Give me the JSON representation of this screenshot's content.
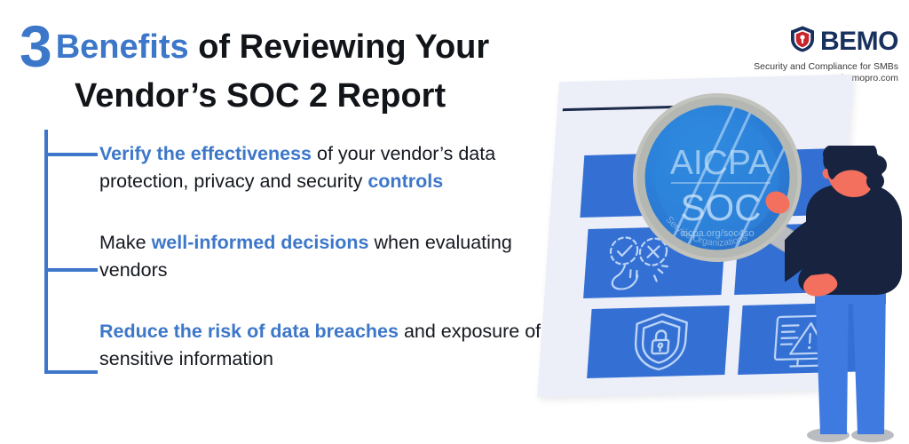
{
  "title": {
    "numeral": "3",
    "line1_highlight": "Benefits",
    "line1_rest": " of Reviewing Your",
    "line2": "Vendor’s SOC 2 Report"
  },
  "bullets": [
    {
      "segments": [
        {
          "text": "Verify the effectiveness",
          "bold": true
        },
        {
          "text": " of your vendor’s data protection, privacy and security ",
          "bold": false
        },
        {
          "text": "controls",
          "bold": true
        }
      ]
    },
    {
      "segments": [
        {
          "text": "Make ",
          "bold": false
        },
        {
          "text": "well-informed decisions",
          "bold": true
        },
        {
          "text": " when evaluating vendors",
          "bold": false
        }
      ]
    },
    {
      "segments": [
        {
          "text": "Reduce the risk of data breaches",
          "bold": true
        },
        {
          "text": " and exposure of sensitive information",
          "bold": false
        }
      ]
    }
  ],
  "logo": {
    "wordmark": "BEMO",
    "tagline": "Security and Compliance for SMBs",
    "url": "www.bemopro.com",
    "shield_icon": "shield-icon"
  },
  "illustration": {
    "badge": {
      "line1": "AICPA",
      "line2": "SOC",
      "line3": "aicpa.org/soc4so",
      "curved_text": "Service Organizations"
    },
    "tiles": [
      {
        "icon": "blank-tile"
      },
      {
        "icon": "blank-tile"
      },
      {
        "icon": "check-x-hand-icon"
      },
      {
        "icon": "blank-tile"
      },
      {
        "icon": "shield-lock-icon"
      },
      {
        "icon": "monitor-alert-icon"
      }
    ],
    "magnifier_icon": "magnifying-glass-icon",
    "person_icon": "person-holding-magnifier"
  },
  "colors": {
    "accent_blue": "#3d77c9",
    "tile_blue": "#3470d4",
    "dark_text": "#14181f",
    "logo_navy": "#18305e",
    "shield_red": "#c8242c",
    "board_bg": "#eceef8",
    "skin": "#f4705e",
    "hair_navy": "#17233f",
    "pants_blue": "#3f7ae0",
    "handle_grey": "#b9bcc0"
  }
}
